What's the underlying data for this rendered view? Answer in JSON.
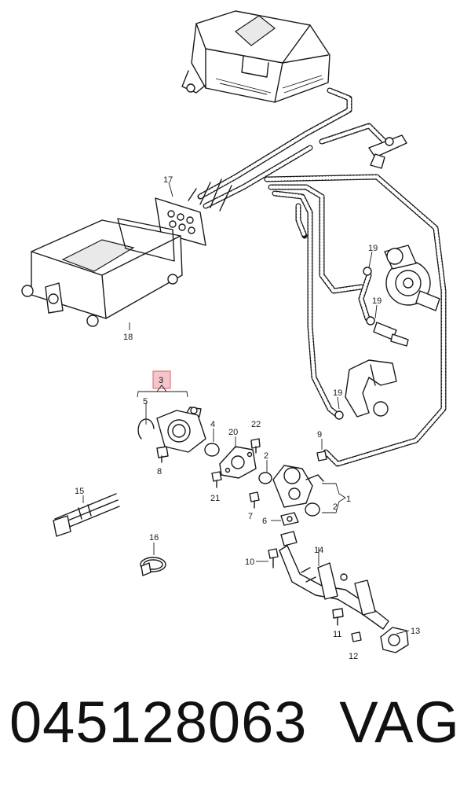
{
  "callouts": {
    "c2a": "2",
    "c2b": "2",
    "c1": "1",
    "c3": "3",
    "c4": "4",
    "c5": "5",
    "c6": "6",
    "c7": "7",
    "c8": "8",
    "c9": "9",
    "c10": "10",
    "c11": "11",
    "c12": "12",
    "c13": "13",
    "c14": "14",
    "c15": "15",
    "c16": "16",
    "c17": "17",
    "c18": "18",
    "c19a": "19",
    "c19b": "19",
    "c19c": "19",
    "c20": "20",
    "c21": "21",
    "c22": "22"
  },
  "highlight_color": "#f3c6cb",
  "footer": {
    "part_number": "045128063",
    "brand": "VAG"
  }
}
